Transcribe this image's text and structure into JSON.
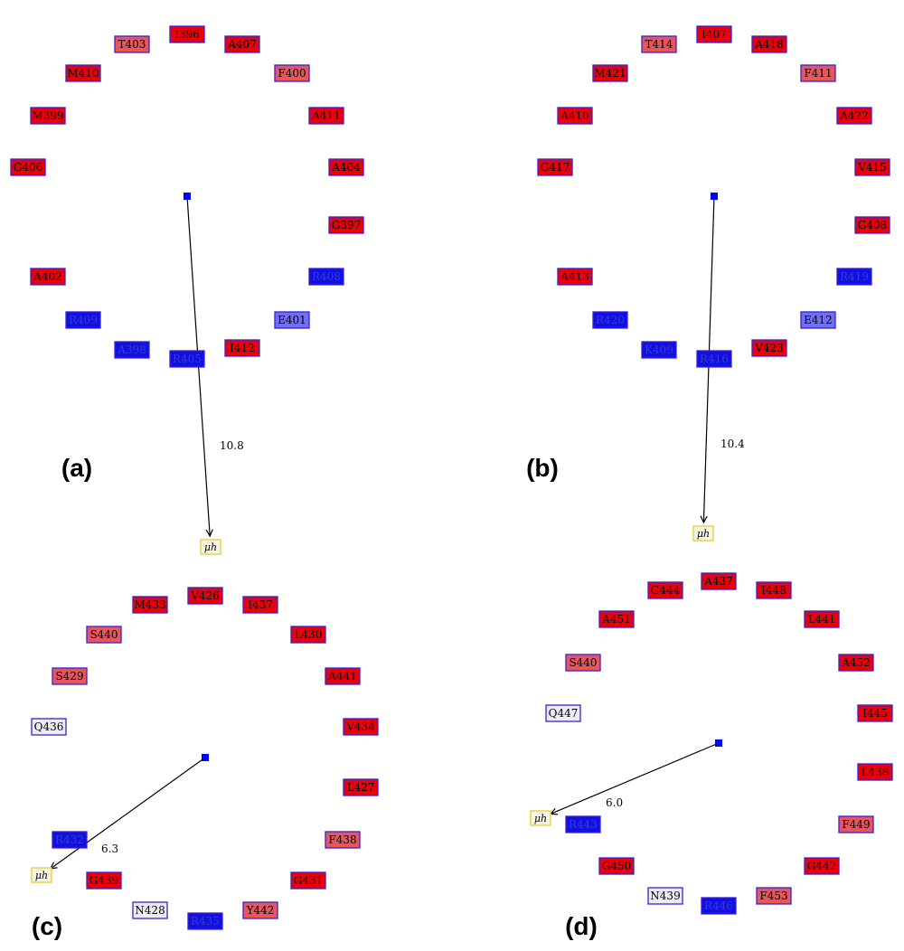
{
  "panels": [
    {
      "label": "(a)",
      "moment_value": "10.8",
      "moment_label": "μh",
      "residues": [
        {
          "name": "I396",
          "type": "hydrophobic"
        },
        {
          "name": "T403",
          "type": "polar-light"
        },
        {
          "name": "A407",
          "type": "hydrophobic"
        },
        {
          "name": "M410",
          "type": "hydrophobic"
        },
        {
          "name": "F400",
          "type": "polar-light"
        },
        {
          "name": "M399",
          "type": "hydrophobic"
        },
        {
          "name": "A411",
          "type": "hydrophobic"
        },
        {
          "name": "G406",
          "type": "hydrophobic"
        },
        {
          "name": "A404",
          "type": "hydrophobic"
        },
        {
          "name": "G397",
          "type": "hydrophobic"
        },
        {
          "name": "A402",
          "type": "hydrophobic"
        },
        {
          "name": "R408",
          "type": "charged"
        },
        {
          "name": "R409",
          "type": "charged"
        },
        {
          "name": "E401",
          "type": "acidic"
        },
        {
          "name": "A398",
          "type": "charged"
        },
        {
          "name": "R405",
          "type": "charged"
        },
        {
          "name": "I412",
          "type": "hydrophobic"
        }
      ]
    },
    {
      "label": "(b)",
      "moment_value": "10.4",
      "moment_label": "μh",
      "residues": [
        {
          "name": "I407",
          "type": "hydrophobic"
        },
        {
          "name": "T414",
          "type": "polar-light"
        },
        {
          "name": "A418",
          "type": "hydrophobic"
        },
        {
          "name": "M421",
          "type": "hydrophobic"
        },
        {
          "name": "F411",
          "type": "polar-light"
        },
        {
          "name": "A410",
          "type": "hydrophobic"
        },
        {
          "name": "A422",
          "type": "hydrophobic"
        },
        {
          "name": "G417",
          "type": "hydrophobic"
        },
        {
          "name": "V415",
          "type": "hydrophobic"
        },
        {
          "name": "G408",
          "type": "hydrophobic"
        },
        {
          "name": "A413",
          "type": "hydrophobic"
        },
        {
          "name": "R419",
          "type": "charged"
        },
        {
          "name": "R420",
          "type": "charged"
        },
        {
          "name": "E412",
          "type": "acidic"
        },
        {
          "name": "K409",
          "type": "charged"
        },
        {
          "name": "R416",
          "type": "charged"
        },
        {
          "name": "V423",
          "type": "hydrophobic"
        }
      ]
    },
    {
      "label": "(c)",
      "moment_value": "6.3",
      "moment_label": "μh",
      "residues": [
        {
          "name": "V426",
          "type": "hydrophobic"
        },
        {
          "name": "M433",
          "type": "hydrophobic"
        },
        {
          "name": "I437",
          "type": "hydrophobic"
        },
        {
          "name": "S440",
          "type": "polar-light"
        },
        {
          "name": "L430",
          "type": "hydrophobic"
        },
        {
          "name": "S429",
          "type": "polar-light"
        },
        {
          "name": "A441",
          "type": "hydrophobic"
        },
        {
          "name": "Q436",
          "type": "neutral"
        },
        {
          "name": "V434",
          "type": "hydrophobic"
        },
        {
          "name": "L427",
          "type": "hydrophobic"
        },
        {
          "name": "R432",
          "type": "charged"
        },
        {
          "name": "F438",
          "type": "polar-light"
        },
        {
          "name": "G439",
          "type": "hydrophobic"
        },
        {
          "name": "G431",
          "type": "hydrophobic"
        },
        {
          "name": "N428",
          "type": "neutral"
        },
        {
          "name": "R435",
          "type": "charged"
        },
        {
          "name": "Y442",
          "type": "polar-light"
        }
      ]
    },
    {
      "label": "(d)",
      "moment_value": "6.0",
      "moment_label": "μh",
      "residues": [
        {
          "name": "A437",
          "type": "hydrophobic"
        },
        {
          "name": "G444",
          "type": "hydrophobic"
        },
        {
          "name": "I448",
          "type": "hydrophobic"
        },
        {
          "name": "A451",
          "type": "hydrophobic"
        },
        {
          "name": "L441",
          "type": "hydrophobic"
        },
        {
          "name": "S440",
          "type": "polar-light"
        },
        {
          "name": "A452",
          "type": "hydrophobic"
        },
        {
          "name": "Q447",
          "type": "neutral"
        },
        {
          "name": "I445",
          "type": "hydrophobic"
        },
        {
          "name": "L438",
          "type": "hydrophobic"
        },
        {
          "name": "R443",
          "type": "charged"
        },
        {
          "name": "F449",
          "type": "polar-light"
        },
        {
          "name": "G450",
          "type": "hydrophobic"
        },
        {
          "name": "G442",
          "type": "hydrophobic"
        },
        {
          "name": "N439",
          "type": "neutral"
        },
        {
          "name": "R446",
          "type": "charged"
        },
        {
          "name": "F453",
          "type": "polar-light"
        }
      ]
    }
  ],
  "colors": {
    "hydrophobic": "#e8000a",
    "polar-light": "#e8565c",
    "charged": "#1010e0",
    "acidic": "#6f6ff0",
    "neutral": "#ececf6",
    "border": "#3a1fd8",
    "center": "#0000ff",
    "mu_fill": "#f7f4e6",
    "mu_border": "#e8d44a"
  }
}
